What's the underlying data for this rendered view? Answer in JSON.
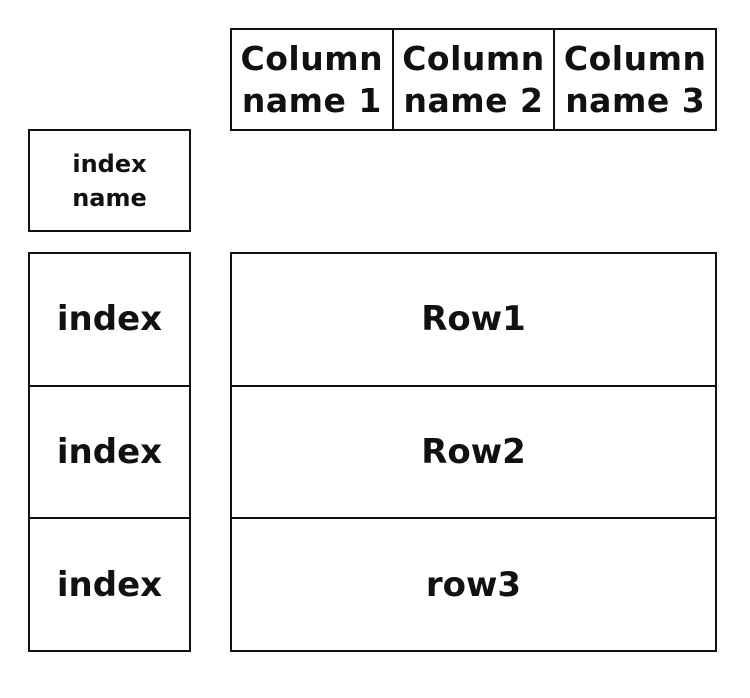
{
  "columns": {
    "headers": [
      "Column\nname 1",
      "Column\nname 2",
      "Column\nname 3"
    ]
  },
  "index_name": "index\nname",
  "index_labels": [
    "index",
    "index",
    "index"
  ],
  "rows": [
    "Row1",
    "Row2",
    "row3"
  ]
}
